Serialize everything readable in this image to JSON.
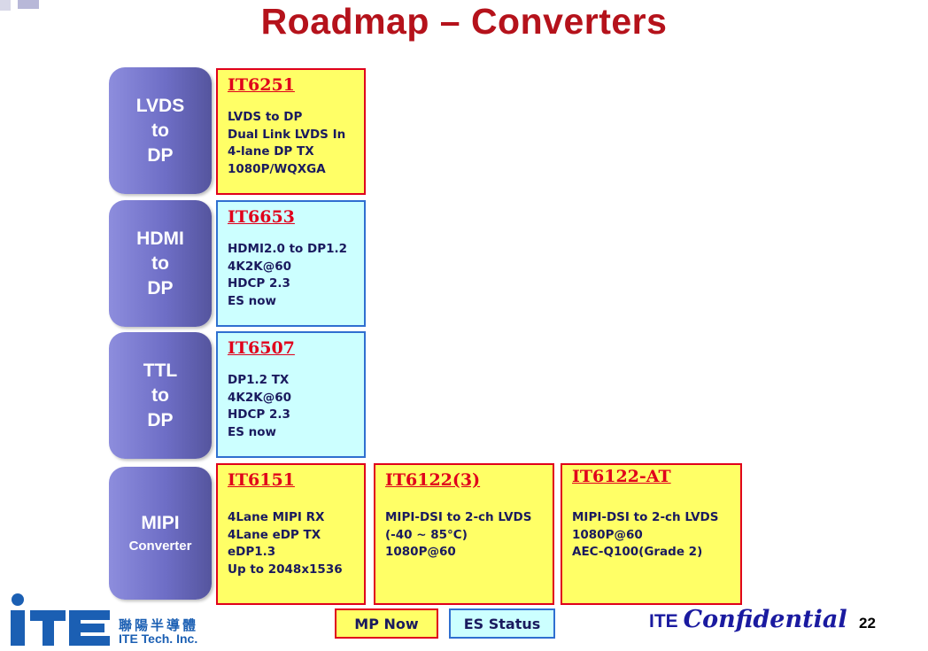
{
  "slide": {
    "title": "Roadmap – Converters",
    "categories": [
      {
        "label": "LVDS\nto\nDP"
      },
      {
        "label": "HDMI\nto\nDP"
      },
      {
        "label": "TTL\nto\nDP"
      },
      {
        "label": "MIPI",
        "sublabel": "Converter"
      }
    ],
    "products": [
      {
        "part": "IT6251",
        "status": "MP",
        "desc": "LVDS to DP\nDual Link  LVDS In\n4-lane DP TX\n1080P/WQXGA"
      },
      {
        "part": "IT6653",
        "status": "ES",
        "desc": "HDMI2.0 to DP1.2\n4K2K@60\nHDCP 2.3\nES now"
      },
      {
        "part": "IT6507",
        "status": "ES",
        "desc": "DP1.2 TX\n4K2K@60\nHDCP 2.3\nES now"
      },
      {
        "part": "IT6151",
        "status": "MP",
        "desc": "4Lane MIPI RX\n4Lane eDP TX\neDP1.3\nUp to 2048x1536"
      },
      {
        "part": "IT6122(3)",
        "status": "MP",
        "desc": "MIPI-DSI to 2-ch LVDS\n(-40 ~ 85°C)\n1080P@60"
      },
      {
        "part": "IT6122-AT",
        "status": "MP",
        "desc": "MIPI-DSI to 2-ch LVDS\n1080P@60\nAEC-Q100(Grade 2)"
      }
    ],
    "legend": {
      "mp": "MP Now",
      "es": "ES Status"
    },
    "footer": {
      "logo_text": "iTE",
      "company_cn": "聯陽半導體",
      "company_en": "ITE Tech. Inc.",
      "confidential_prefix": "ITE",
      "confidential_word": "Confidential",
      "page_number": "22"
    },
    "colors": {
      "title": "#b5121b",
      "mp_fill": "#ffff66",
      "mp_border": "#e0001b",
      "es_fill": "#ccffff",
      "es_border": "#2f6fd0",
      "category_fill": "#6e6ec6",
      "logo_blue": "#1b5fb3"
    }
  }
}
